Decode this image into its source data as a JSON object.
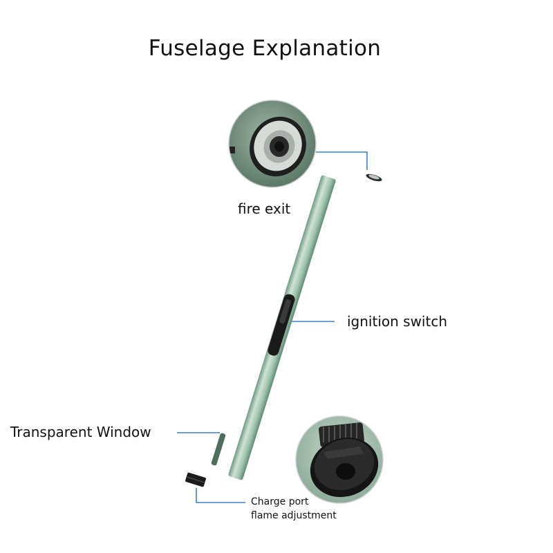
{
  "title": "Fuselage Explanation",
  "callouts": {
    "fire_exit": "fire exit",
    "ignition_switch": "ignition switch",
    "transparent_window": "Transparent Window",
    "charge_port": "Charge port",
    "flame_adjustment": "flame adjustment"
  },
  "colors": {
    "body_green": "#9fc2ad",
    "body_dark": "#6f9a82",
    "body_light": "#cfe3d5",
    "leader_line": "#3b7fc4",
    "cap_dark": "#1c1c1c"
  },
  "icons": [
    "lighter-body",
    "nozzle-detail",
    "charge-port-detail"
  ]
}
